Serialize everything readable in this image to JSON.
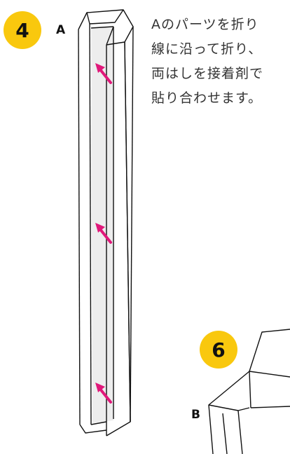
{
  "colors": {
    "badge": "#f9c80e",
    "arrow": "#e0187a",
    "panel": "#ededed",
    "line": "#111111",
    "text": "#333333"
  },
  "steps": [
    {
      "number": "4",
      "part": "A"
    },
    {
      "number": "6",
      "part": "B"
    }
  ],
  "instruction_lines": [
    "Aのパーツを折り",
    "線に沿って折り、",
    "両はしを接着剤で",
    "貼り合わせます。"
  ],
  "icons": [
    "fold-arrow-icon",
    "fold-arrow-icon",
    "fold-arrow-icon"
  ]
}
